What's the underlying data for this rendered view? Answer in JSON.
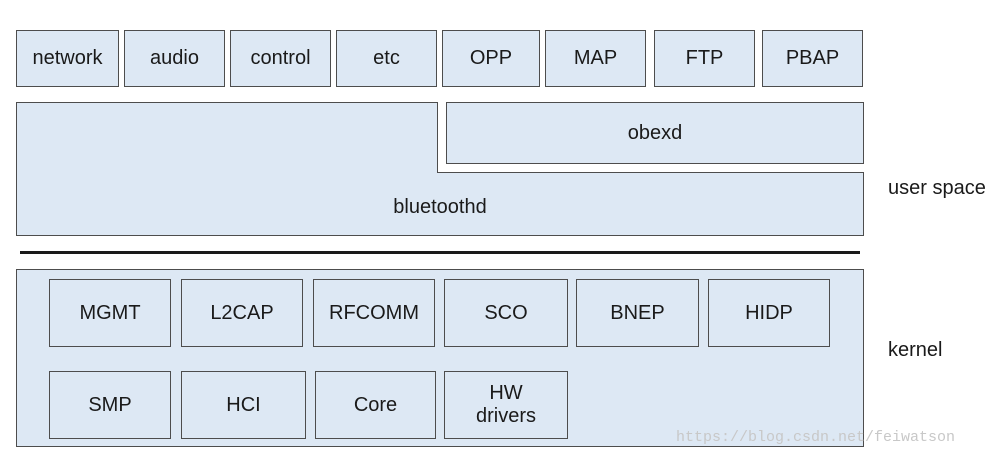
{
  "user_space": {
    "label": "user space",
    "profiles": [
      "network",
      "audio",
      "control",
      "etc",
      "OPP",
      "MAP",
      "FTP",
      "PBAP"
    ],
    "obexd": "obexd",
    "bluetoothd": "bluetoothd"
  },
  "kernel": {
    "label": "kernel",
    "row1": [
      "MGMT",
      "L2CAP",
      "RFCOMM",
      "SCO",
      "BNEP",
      "HIDP"
    ],
    "row2": [
      "SMP",
      "HCI",
      "Core",
      "HW\ndrivers"
    ]
  },
  "watermark": "https://blog.csdn.net/feiwatson"
}
